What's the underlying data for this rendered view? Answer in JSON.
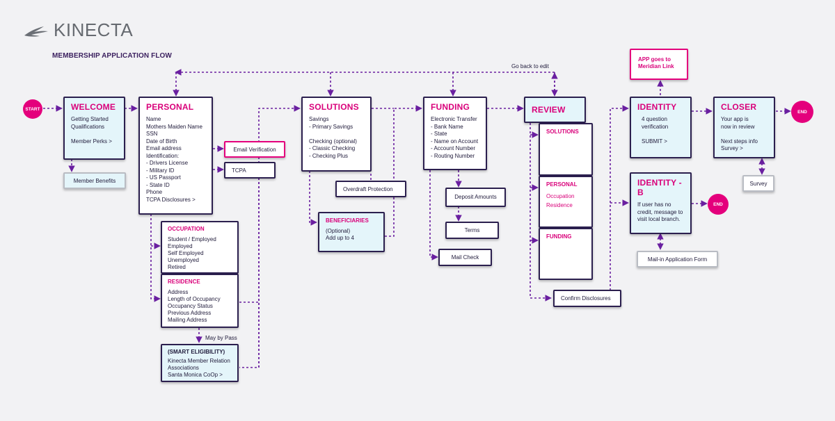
{
  "brand": {
    "logo_text": "KINECTA",
    "title": "MEMBERSHIP APPLICATION FLOW"
  },
  "colors": {
    "accent": "#e4007c",
    "connector": "#6a1fa0",
    "border": "#2b1f4e",
    "highlight_bg": "#e4f5fa"
  },
  "terminals": {
    "start": "START",
    "end1": "END",
    "end2": "END"
  },
  "labels": {
    "go_back": "Go back to edit",
    "may_bypass": "May by Pass"
  },
  "nodes": {
    "welcome": {
      "title": "WELCOME",
      "body": "Getting Started\nQualifications\n\nMember Perks >"
    },
    "member_benefits": {
      "text": "Member Benefits"
    },
    "personal": {
      "title": "PERSONAL",
      "body": "Name\nMothers Maiden Name\nSSN\nDate of Birth\nEmail address\nIdentification:\n- Drivers License\n- Military ID\n- US Passport\n- State ID\nPhone\nTCPA Disclosures >"
    },
    "email_verification": {
      "text": "Email Verification"
    },
    "tcpa": {
      "text": "TCPA"
    },
    "occupation": {
      "title": "OCCUPATION",
      "body": "Student / Employed\nEmployed\nSelf Employed\nUnemployed\nRetired"
    },
    "residence": {
      "title": "RESIDENCE",
      "body": "Address\nLength of Occupancy\nOccupancy Status\nPrevious Address\nMailing Address"
    },
    "smart_eligibility": {
      "title": "(SMART ELIGIBILITY)",
      "body": "Kinecta Member Relation\nAssociations\nSanta Monica CoOp >"
    },
    "solutions": {
      "title": "SOLUTIONS",
      "body": "Savings\n  - Primary Savings\n\nChecking (optional)\n  - Classic Checking\n  - Checking Plus"
    },
    "overdraft": {
      "text": "Overdraft Protection"
    },
    "beneficiaries": {
      "title": "BENEFICIARIES",
      "body": "(Optional)\nAdd up to 4"
    },
    "funding": {
      "title": "FUNDING",
      "body": "Electronic Transfer\n- Bank Name\n- State\n- Name on Account\n- Account Number\n- Routing Number"
    },
    "deposit_amounts": {
      "text": "Deposit Amounts"
    },
    "terms": {
      "text": "Terms"
    },
    "mail_check": {
      "text": "Mail Check"
    },
    "review": {
      "title": "REVIEW"
    },
    "review_solutions": {
      "title": "SOLUTIONS"
    },
    "review_personal": {
      "title": "PERSONAL",
      "body": "Occupation\nResidence"
    },
    "review_funding": {
      "title": "FUNDING"
    },
    "confirm_disclosures": {
      "text": "Confirm Disclosures"
    },
    "app_meridian": {
      "text": "APP goes to\nMeridian Link"
    },
    "identity": {
      "title": "IDENTITY",
      "body": "4 question\nverification\n\nSUBMIT >"
    },
    "identity_b": {
      "title": "IDENTITY -B",
      "body": "If user has no\ncredit, message to\nvisit local branch."
    },
    "mail_in_form": {
      "text": "Mail-in Application Form"
    },
    "closer": {
      "title": "CLOSER",
      "body": "Your app is\nnow in review\n\nNext steps info\nSurvey >"
    },
    "survey": {
      "text": "Survey"
    }
  }
}
